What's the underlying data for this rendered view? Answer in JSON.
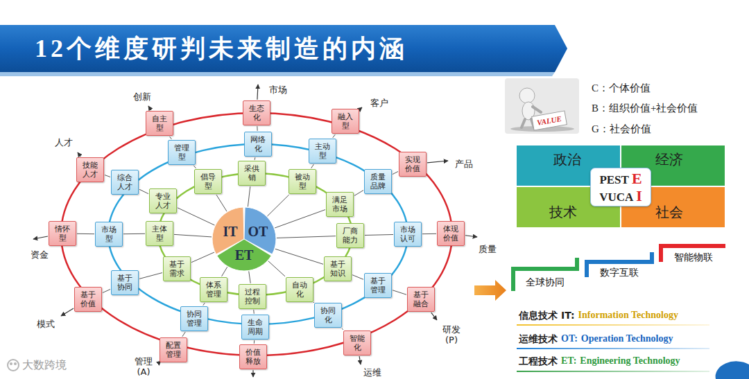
{
  "diagram": {
    "title": "12个维度研判未来制造的内涵",
    "nodes": [
      {
        "text": [
          "IT"
        ]
      },
      {
        "text": [
          "OT"
        ]
      },
      {
        "text": [
          "ET"
        ]
      },
      {
        "text": [
          "采供销"
        ]
      },
      {
        "text": [
          "网络化"
        ]
      },
      {
        "text": [
          "生态化"
        ]
      },
      {
        "text": [
          "被动型"
        ]
      },
      {
        "text": [
          "主动型"
        ]
      },
      {
        "text": [
          "融入型"
        ]
      },
      {
        "text": [
          "满足市场"
        ]
      },
      {
        "text": [
          "质量品牌"
        ]
      },
      {
        "text": [
          "实现价值"
        ]
      },
      {
        "text": [
          "厂商能力"
        ]
      },
      {
        "text": [
          "市场认可"
        ]
      },
      {
        "text": [
          "体现价值"
        ]
      },
      {
        "text": [
          "基于知识"
        ]
      },
      {
        "text": [
          "基于管理"
        ]
      },
      {
        "text": [
          "基于融合"
        ]
      },
      {
        "text": [
          "自动化"
        ]
      },
      {
        "text": [
          "协同化"
        ]
      },
      {
        "text": [
          "智能化"
        ]
      },
      {
        "text": [
          "过程控制"
        ]
      },
      {
        "text": [
          "生命周期"
        ]
      },
      {
        "text": [
          "价值释放"
        ]
      },
      {
        "text": [
          "体系管理"
        ]
      },
      {
        "text": [
          "协同管理"
        ]
      },
      {
        "text": [
          "配置管理"
        ]
      },
      {
        "text": [
          "基于需求"
        ]
      },
      {
        "text": [
          "基于协同"
        ]
      },
      {
        "text": [
          "基于价值"
        ]
      },
      {
        "text": [
          "主体型"
        ]
      },
      {
        "text": [
          "市场型"
        ]
      },
      {
        "text": [
          "情怀型"
        ]
      },
      {
        "text": [
          "专业人才"
        ]
      },
      {
        "text": [
          "综合人才"
        ]
      },
      {
        "text": [
          "技能人才"
        ]
      },
      {
        "text": [
          "倡导型"
        ]
      },
      {
        "text": [
          "管理型"
        ]
      },
      {
        "text": [
          "自主型"
        ]
      },
      {
        "text": [
          "政治"
        ]
      },
      {
        "text": [
          "经济"
        ]
      },
      {
        "text": [
          "技术"
        ]
      },
      {
        "text": [
          "社会"
        ]
      },
      {
        "text": [
          "PEST",
          "E",
          "VUCA",
          "I"
        ]
      }
    ],
    "edges": [
      {
        "from": 3,
        "to": 4,
        "arrow": "none"
      },
      {
        "from": 4,
        "to": 5,
        "arrow": "none"
      },
      {
        "from": 6,
        "to": 7,
        "arrow": "none"
      },
      {
        "from": 7,
        "to": 8,
        "arrow": "none"
      },
      {
        "from": 9,
        "to": 10,
        "arrow": "none"
      },
      {
        "from": 10,
        "to": 11,
        "arrow": "none"
      },
      {
        "from": 12,
        "to": 13,
        "arrow": "none"
      },
      {
        "from": 13,
        "to": 14,
        "arrow": "none"
      },
      {
        "from": 15,
        "to": 16,
        "arrow": "none"
      },
      {
        "from": 16,
        "to": 17,
        "arrow": "none"
      },
      {
        "from": 18,
        "to": 19,
        "arrow": "none"
      },
      {
        "from": 19,
        "to": 20,
        "arrow": "none"
      },
      {
        "from": 21,
        "to": 22,
        "arrow": "none"
      },
      {
        "from": 22,
        "to": 23,
        "arrow": "none"
      },
      {
        "from": 24,
        "to": 25,
        "arrow": "none"
      },
      {
        "from": 25,
        "to": 26,
        "arrow": "none"
      },
      {
        "from": 27,
        "to": 28,
        "arrow": "none"
      },
      {
        "from": 28,
        "to": 29,
        "arrow": "none"
      },
      {
        "from": 30,
        "to": 31,
        "arrow": "none"
      },
      {
        "from": 31,
        "to": 32,
        "arrow": "none"
      },
      {
        "from": 33,
        "to": 34,
        "arrow": "none"
      },
      {
        "from": 34,
        "to": 35,
        "arrow": "none"
      },
      {
        "from": 36,
        "to": 37,
        "arrow": "none"
      },
      {
        "from": 37,
        "to": 38,
        "arrow": "none"
      }
    ],
    "labels": [
      "市场",
      "客户",
      "产品",
      "质量",
      "研发 (P)",
      "运维",
      "管理 (A)",
      "模式",
      "资金",
      "人才",
      "创新",
      "VALUE",
      "C：个体价值",
      "B：组织价值+社会价值",
      "G：社会价值",
      "全球协同",
      "数字互联",
      "智能物联",
      "信息技术",
      "IT:",
      "Information Technology",
      "运维技术",
      "OT:",
      "Operation Technology",
      "工程技术",
      "ET:",
      "Engineering Technology",
      "大数跨境"
    ]
  }
}
